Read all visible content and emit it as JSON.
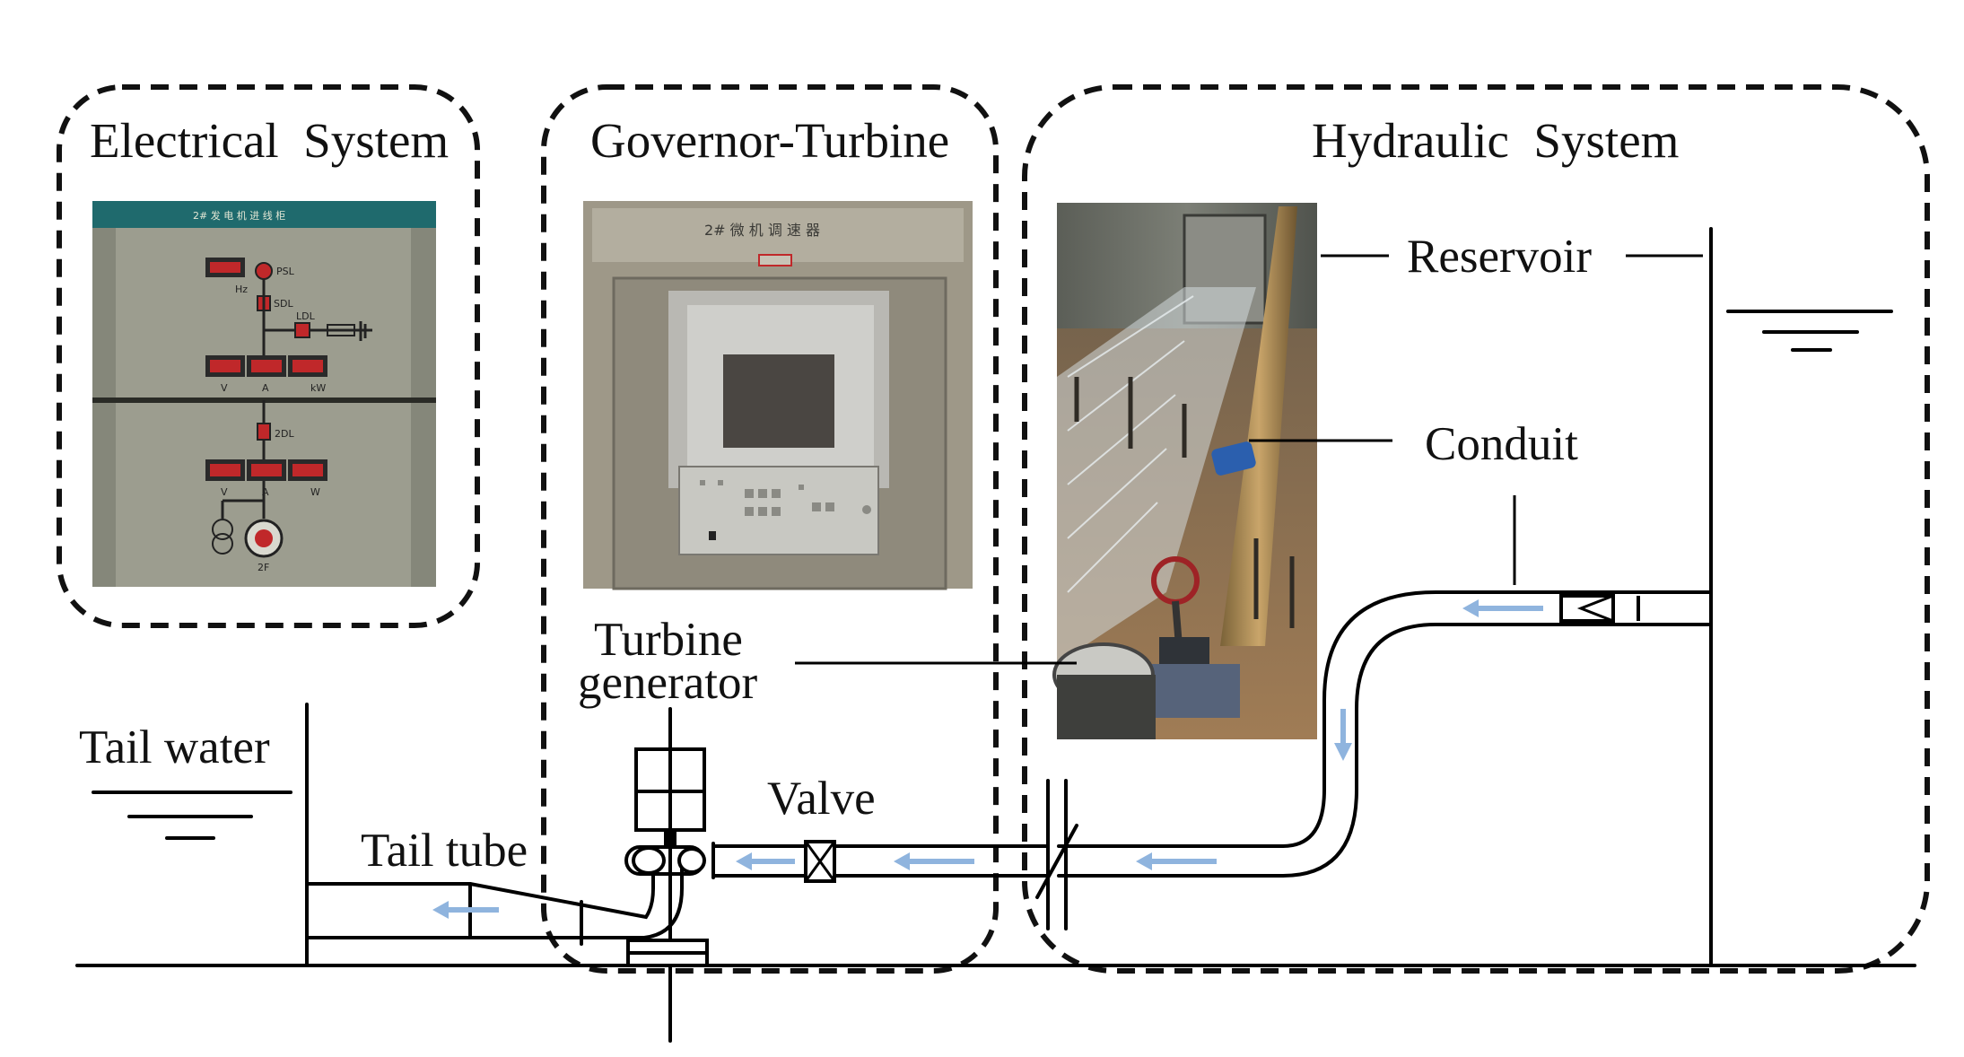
{
  "labels": {
    "electrical": "Electrical  System",
    "governor": "Governor-Turbine",
    "hydraulic": "Hydraulic  System",
    "reservoir": "Reservoir",
    "conduit": "Conduit",
    "turbine_line1": "Turbine",
    "turbine_line2": "generator",
    "valve": "Valve",
    "tail_water": "Tail water",
    "tail_tube": "Tail tube"
  },
  "panel_text": {
    "elec_header": "2# 发 电 机 进 线 柜",
    "psl": "PSL",
    "sdl": "SDL",
    "ldl": "LDL",
    "twodl": "2DL",
    "hz": "Hz",
    "v": "V",
    "a": "A",
    "kw": "kW",
    "w": "W",
    "twof": "2F",
    "gov_header": "2# 微 机 调 速 器"
  },
  "flow_arrows": [
    "conduit-top",
    "conduit-down",
    "pipe-right",
    "pipe-mid",
    "pipe-left",
    "tail-tube"
  ],
  "colors": {
    "line": "#000000",
    "flow": "#8fb4de",
    "cabinet": "#98998b",
    "cabinet_top": "#1f6a6d",
    "meter": "#c0282a"
  }
}
